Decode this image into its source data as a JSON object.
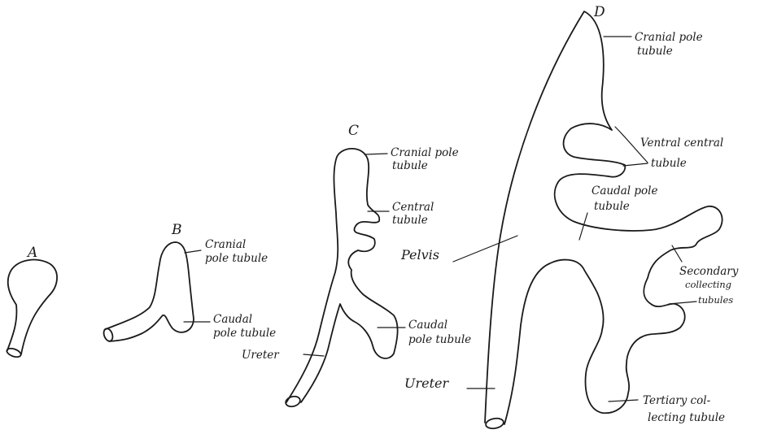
{
  "figure": {
    "stage_a": {
      "letter": "A"
    },
    "stage_b": {
      "letter": "B",
      "cranial_line1": "Cranial",
      "cranial_line2": "pole tubule",
      "caudal_line1": "Caudal",
      "caudal_line2": "pole tubule"
    },
    "stage_c": {
      "letter": "C",
      "cranial_line1": "Cranial pole",
      "cranial_line2": "tubule",
      "central_line1": "Central",
      "central_line2": "tubule",
      "caudal_line1": "Caudal",
      "caudal_line2": "pole tubule",
      "ureter": "Ureter"
    },
    "stage_d": {
      "letter": "D",
      "cranial_line1": "Cranial pole",
      "cranial_line2": "tubule",
      "ventral_line1": "Ventral central",
      "ventral_line2": "tubule",
      "caudal_line1": "Caudal pole",
      "caudal_line2": "tubule",
      "pelvis": "Pelvis",
      "secondary_line1": "Secondary",
      "secondary_line2": "collecting",
      "secondary_line3": "tubules",
      "ureter": "Ureter",
      "tertiary_line1": "Tertiary col-",
      "tertiary_line2": "lecting tubule"
    }
  }
}
